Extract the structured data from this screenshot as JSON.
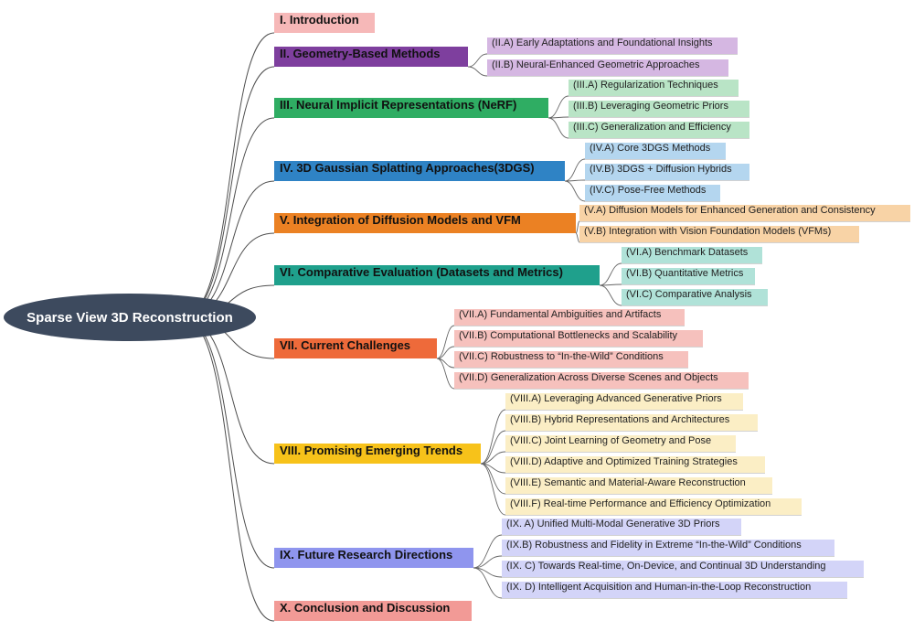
{
  "root": {
    "label": "Sparse View 3D Reconstruction"
  },
  "sections": [
    {
      "label": "I. Introduction",
      "color": "#f6b8b8",
      "text_color": "#111111",
      "children": []
    },
    {
      "label": "II. Geometry-Based Methods",
      "color": "#7e3f9e",
      "text_color": "#111111",
      "children": [
        {
          "label": "(II.A) Early Adaptations and Foundational Insights",
          "color": "#d5b7e2"
        },
        {
          "label": "(II.B) Neural-Enhanced Geometric Approaches",
          "color": "#d5b7e2"
        }
      ]
    },
    {
      "label": "III. Neural Implicit Representations (NeRF)",
      "color": "#2fad63",
      "text_color": "#111111",
      "children": [
        {
          "label": "(III.A) Regularization Techniques",
          "color": "#b9e4c6"
        },
        {
          "label": "(III.B) Leveraging Geometric Priors",
          "color": "#b9e4c6"
        },
        {
          "label": "(III.C) Generalization and Efficiency",
          "color": "#b9e4c6"
        }
      ]
    },
    {
      "label": "IV. 3D Gaussian Splatting Approaches(3DGS)",
      "color": "#2f83c5",
      "text_color": "#111111",
      "children": [
        {
          "label": "(IV.A) Core 3DGS Methods",
          "color": "#b4d6ef"
        },
        {
          "label": "(IV.B) 3DGS + Diffusion Hybrids",
          "color": "#b4d6ef"
        },
        {
          "label": "(IV.C) Pose-Free Methods",
          "color": "#b4d6ef"
        }
      ]
    },
    {
      "label": "V. Integration of Diffusion Models and VFM",
      "color": "#eb8123",
      "text_color": "#111111",
      "children": [
        {
          "label": "(V.A) Diffusion Models for Enhanced Generation and Consistency",
          "color": "#f8d3a6"
        },
        {
          "label": "(V.B) Integration with Vision Foundation Models (VFMs)",
          "color": "#f8d3a6"
        }
      ]
    },
    {
      "label": "VI. Comparative Evaluation (Datasets and Metrics)",
      "color": "#1fa08c",
      "text_color": "#111111",
      "children": [
        {
          "label": "(VI.A) Benchmark Datasets",
          "color": "#b0e2d8"
        },
        {
          "label": "(VI.B) Quantitative Metrics",
          "color": "#b0e2d8"
        },
        {
          "label": "(VI.C) Comparative Analysis",
          "color": "#b0e2d8"
        }
      ]
    },
    {
      "label": "VII. Current Challenges",
      "color": "#ee6a3a",
      "text_color": "#111111",
      "children": [
        {
          "label": "(VII.A) Fundamental Ambiguities and Artifacts",
          "color": "#f6c1bd"
        },
        {
          "label": "(VII.B) Computational Bottlenecks and Scalability",
          "color": "#f6c1bd"
        },
        {
          "label": "(VII.C) Robustness to “In-the-Wild” Conditions",
          "color": "#f6c1bd"
        },
        {
          "label": "(VII.D) Generalization Across Diverse Scenes and Objects",
          "color": "#f6c1bd"
        }
      ]
    },
    {
      "label": "VIII. Promising Emerging Trends",
      "color": "#f7c21a",
      "text_color": "#111111",
      "children": [
        {
          "label": "(VIII.A) Leveraging Advanced Generative Priors",
          "color": "#fbeec5"
        },
        {
          "label": "(VIII.B) Hybrid Representations and Architectures",
          "color": "#fbeec5"
        },
        {
          "label": "(VIII.C) Joint Learning of Geometry and Pose",
          "color": "#fbeec5"
        },
        {
          "label": "(VIII.D) Adaptive and Optimized Training Strategies",
          "color": "#fbeec5"
        },
        {
          "label": "(VIII.E) Semantic and Material-Aware Reconstruction",
          "color": "#fbeec5"
        },
        {
          "label": "(VIII.F) Real-time Performance and Efficiency Optimization",
          "color": "#fbeec5"
        }
      ]
    },
    {
      "label": "IX. Future Research Directions",
      "color": "#8f95ee",
      "text_color": "#111111",
      "children": [
        {
          "label": "(IX. A) Unified Multi-Modal Generative 3D Priors",
          "color": "#d3d4f8"
        },
        {
          "label": "(IX.B) Robustness and Fidelity in Extreme “In-the-Wild” Conditions",
          "color": "#d3d4f8"
        },
        {
          "label": "(IX. C) Towards Real-time, On-Device, and Continual 3D Understanding",
          "color": "#d3d4f8"
        },
        {
          "label": "(IX. D) Intelligent Acquisition and Human-in-the-Loop Reconstruction",
          "color": "#d3d4f8"
        }
      ]
    },
    {
      "label": "X. Conclusion and Discussion",
      "color": "#f29a96",
      "text_color": "#111111",
      "children": []
    }
  ]
}
